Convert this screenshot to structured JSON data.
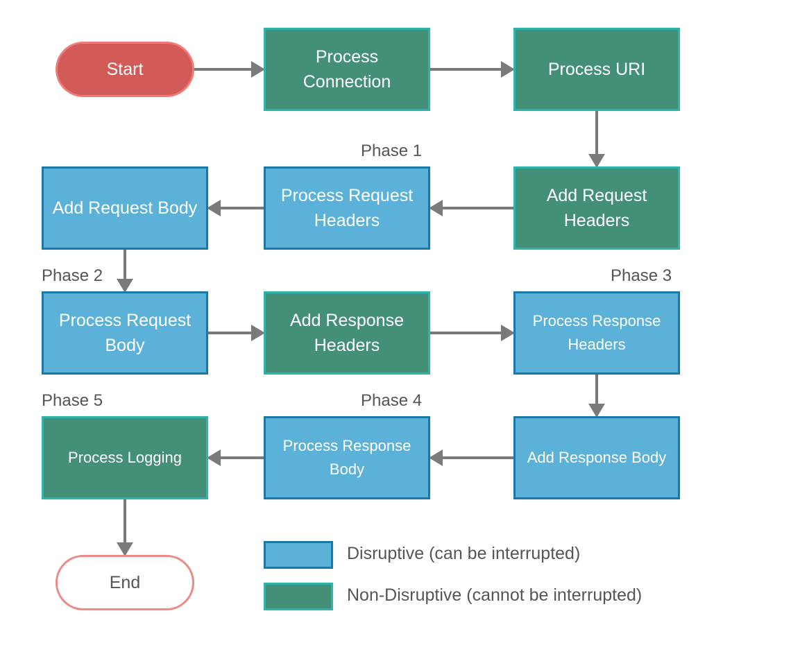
{
  "nodes": {
    "start": "Start",
    "process_connection": "Process Connection",
    "process_uri": "Process URI",
    "add_request_headers": "Add Request Headers",
    "process_request_headers": "Process Request Headers",
    "add_request_body": "Add Request Body",
    "process_request_body": "Process Request Body",
    "add_response_headers": "Add Response Headers",
    "process_response_headers": "Process Response Headers",
    "add_response_body": "Add Response Body",
    "process_response_body": "Process Response Body",
    "process_logging": "Process Logging",
    "end": "End"
  },
  "phases": {
    "phase1": "Phase 1",
    "phase2": "Phase 2",
    "phase3": "Phase 3",
    "phase4": "Phase 4",
    "phase5": "Phase 5"
  },
  "legend": {
    "disruptive": "Disruptive (can be interrupted)",
    "non_disruptive": "Non-Disruptive (cannot be interrupted)"
  },
  "colors": {
    "disruptive_fill": "#5bb1d8",
    "disruptive_border": "#1a78a8",
    "non_disruptive_fill": "#448f78",
    "non_disruptive_border": "#2fb3ad",
    "start_fill": "#d25b58",
    "end_border": "#ee8a86",
    "arrow": "#7a7a7a"
  }
}
